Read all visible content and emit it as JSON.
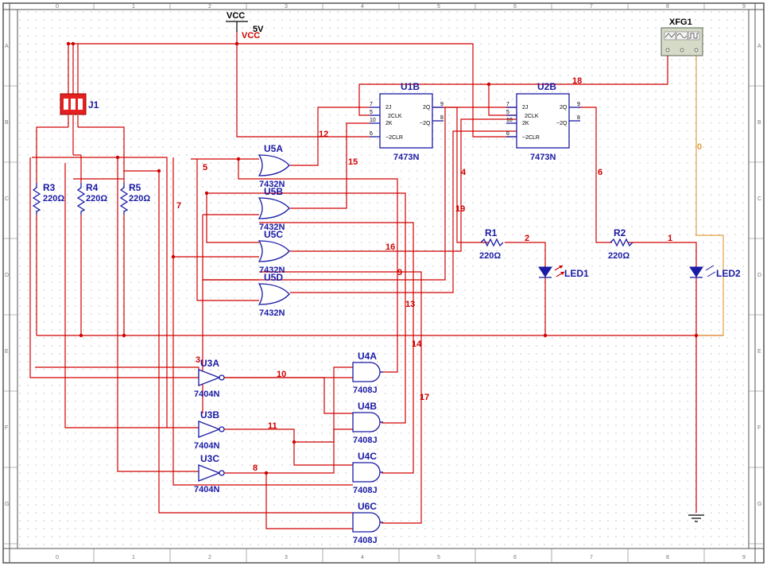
{
  "power": {
    "label": "VCC",
    "voltage": "5V",
    "net": "VCC"
  },
  "generator": {
    "ref": "XFG1"
  },
  "switch": {
    "ref": "J1"
  },
  "resistors": [
    {
      "ref": "R3",
      "value": "220Ω"
    },
    {
      "ref": "R4",
      "value": "220Ω"
    },
    {
      "ref": "R5",
      "value": "220Ω"
    },
    {
      "ref": "R1",
      "value": "220Ω"
    },
    {
      "ref": "R2",
      "value": "220Ω"
    }
  ],
  "leds": [
    {
      "ref": "LED1"
    },
    {
      "ref": "LED2"
    }
  ],
  "flipflops": [
    {
      "ref": "U1B",
      "part": "7473N",
      "pins": [
        "7",
        "5",
        "10",
        "6"
      ],
      "outs": [
        "9",
        "8"
      ],
      "lbl": [
        "2J",
        "2CLK",
        "2K",
        "~2CLR",
        "2Q",
        "~2Q"
      ]
    },
    {
      "ref": "U2B",
      "part": "7473N",
      "pins": [
        "7",
        "5",
        "10",
        "6"
      ],
      "outs": [
        "9",
        "8"
      ],
      "lbl": [
        "2J",
        "2CLK",
        "2K",
        "~2CLR",
        "2Q",
        "~2Q"
      ]
    }
  ],
  "or_gates": [
    {
      "ref": "U5A",
      "part": "7432N"
    },
    {
      "ref": "U5B",
      "part": "7432N"
    },
    {
      "ref": "U5C",
      "part": "7432N"
    },
    {
      "ref": "U5D",
      "part": "7432N"
    }
  ],
  "and_gates": [
    {
      "ref": "U4A",
      "part": "7408J"
    },
    {
      "ref": "U4B",
      "part": "7408J"
    },
    {
      "ref": "U4C",
      "part": "7408J"
    },
    {
      "ref": "U6C",
      "part": "7408J"
    }
  ],
  "not_gates": [
    {
      "ref": "U3A",
      "part": "7404N"
    },
    {
      "ref": "U3B",
      "part": "7404N"
    },
    {
      "ref": "U3C",
      "part": "7404N"
    }
  ],
  "nets": [
    "18",
    "12",
    "15",
    "5",
    "7",
    "4",
    "6",
    "19",
    "16",
    "2",
    "1",
    "9",
    "13",
    "14",
    "17",
    "3",
    "10",
    "11",
    "8",
    "0"
  ],
  "ruler": {
    "cols": [
      "0",
      "1",
      "2",
      "3",
      "4",
      "5",
      "6",
      "7",
      "8",
      "9"
    ],
    "rows": [
      "A",
      "B",
      "C",
      "D",
      "E",
      "F",
      "G"
    ]
  },
  "colors": {
    "wire": "#d00000",
    "component": "#1a1aa6",
    "grid": "#9a9a9a",
    "generator_wire": "#e0a040"
  }
}
